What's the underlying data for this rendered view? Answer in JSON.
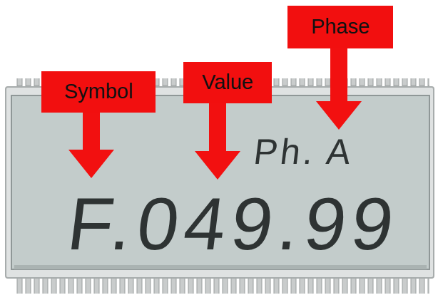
{
  "diagram": {
    "nodes": [
      {
        "text": [
          "Symbol"
        ]
      },
      {
        "text": [
          "Value"
        ]
      },
      {
        "text": [
          "Phase"
        ]
      }
    ],
    "labels": [
      "Ph. A",
      "F.049.99"
    ]
  }
}
